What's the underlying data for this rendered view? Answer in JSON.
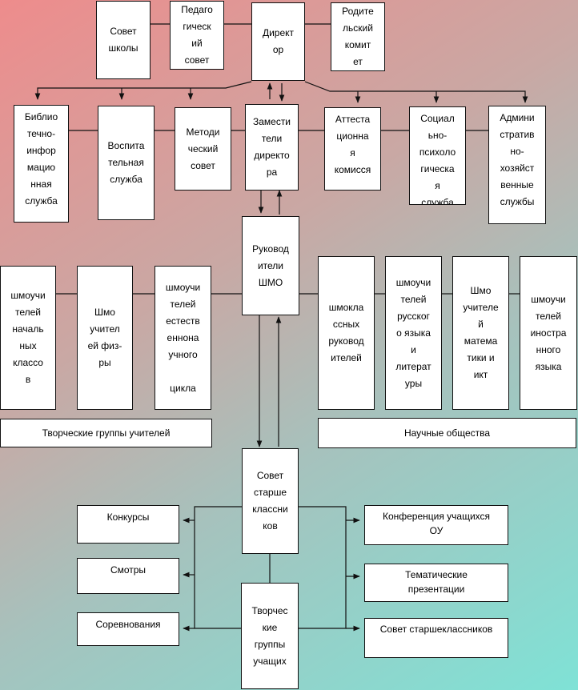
{
  "diagram": {
    "top_row": {
      "school_council": "Совет\nшколы",
      "pedagogical_council": "Педаго\nгическ\nий\nсовет",
      "director": "Директ\nор",
      "parent_committee": "Родите\nльский\nкомит\nет"
    },
    "second_row": {
      "library": "Библио\nтечно-\nинфор\nмацио\nнная\nслужба",
      "upbringing": "Воспита\nтельная\nслужба",
      "methodical": "Методи\nческий\nсовет",
      "deputies": "Замести\nтели\nдиректо\nра",
      "attestation": "Аттеста\nционна\nя\nкомисся",
      "social": "Социал\nьно-\nпсихоло\nгическа\nя\nслужба",
      "administrative": "Админи\nстратив\nно-\nхозяйст\nвенные\nслужбы"
    },
    "shmo_heads": "Руковод\nители\nШМО",
    "left_groups": {
      "primary": "шмоучи\nтелей\nначаль\nных\nклассо\nв",
      "pe": "Шмо\nучител\nей физ-\nры",
      "science": "шмоучи\nтелей\nестеств\nеннона\nучного\n\nцикла"
    },
    "right_groups": {
      "class_teachers": "шмокла\nссных\nруковод\nителей",
      "russian": "шмоучи\nтелей\nрусског\nо языка\nи\nлитерат\nуры",
      "math": "Шмо\nучителе\nй\nматема\nтики и\nикт",
      "foreign": "шмоучи\nтелей\nиностра\nнного\nязыка"
    },
    "creative_teachers": "Творческие группы учителей",
    "scientific_societies": "Научные общества",
    "senior_council": "Совет\nстарше\nклассни\nков",
    "creative_students": "Творчес\nкие\nгруппы\nучащих",
    "left_events": {
      "contests": "Конкурсы",
      "reviews": "Смотры",
      "competitions": "Соревнования"
    },
    "right_events": {
      "conference": "Конференция учащихся\nОУ",
      "presentations": "Тематические\nпрезентации",
      "senior_council_2": "Совет старшеклассников"
    }
  }
}
